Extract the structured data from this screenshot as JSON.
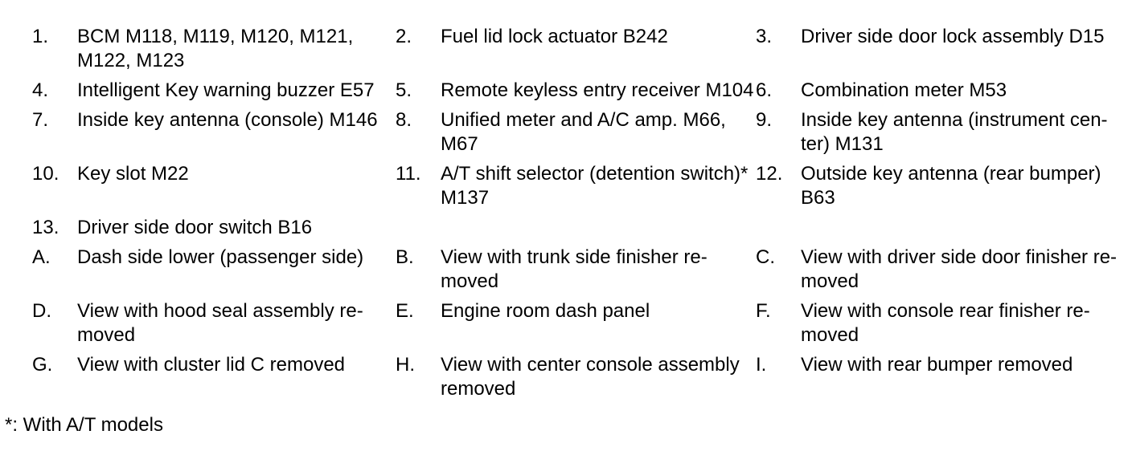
{
  "page": {
    "background": "#ffffff",
    "text_color": "#000000",
    "type": "service-manual-component-legend"
  },
  "legend": {
    "rows": [
      [
        {
          "marker": "1.",
          "lines": [
            "BCM M118, M119, M120, M121,",
            "M122, M123"
          ]
        },
        {
          "marker": "2.",
          "lines": [
            "Fuel lid lock actuator B242"
          ]
        },
        {
          "marker": "3.",
          "lines": [
            "Driver side door lock assembly D15"
          ]
        }
      ],
      [
        {
          "marker": "4.",
          "lines": [
            "Intelligent Key warning buzzer E57"
          ]
        },
        {
          "marker": "5.",
          "lines": [
            "Remote keyless entry receiver M104"
          ]
        },
        {
          "marker": "6.",
          "lines": [
            "Combination meter M53"
          ]
        }
      ],
      [
        {
          "marker": "7.",
          "lines": [
            "Inside key antenna (console) M146"
          ]
        },
        {
          "marker": "8.",
          "lines": [
            "Unified meter and A/C amp. M66,",
            "M67"
          ]
        },
        {
          "marker": "9.",
          "lines": [
            "Inside key antenna (instrument cen-",
            "ter) M131"
          ]
        }
      ],
      [
        {
          "marker": "10.",
          "lines": [
            "Key slot M22"
          ]
        },
        {
          "marker": "11.",
          "lines": [
            "A/T shift selector (detention switch)*",
            "M137"
          ]
        },
        {
          "marker": "12.",
          "lines": [
            "Outside key antenna (rear bumper)",
            "B63"
          ]
        }
      ],
      [
        {
          "marker": "13.",
          "lines": [
            "Driver side door switch B16"
          ]
        }
      ],
      [
        {
          "marker": "A.",
          "lines": [
            "Dash side lower (passenger side)"
          ]
        },
        {
          "marker": "B.",
          "lines": [
            "View with trunk side finisher re-",
            "moved"
          ]
        },
        {
          "marker": "C.",
          "lines": [
            "View with driver side door finisher re-",
            "moved"
          ]
        }
      ],
      [
        {
          "marker": "D.",
          "lines": [
            "View with hood seal assembly re-",
            "moved"
          ]
        },
        {
          "marker": "E.",
          "lines": [
            "Engine room dash panel"
          ]
        },
        {
          "marker": "F.",
          "lines": [
            "View with console rear finisher re-",
            "moved"
          ]
        }
      ],
      [
        {
          "marker": "G.",
          "lines": [
            "View with cluster lid C removed"
          ]
        },
        {
          "marker": "H.",
          "lines": [
            "View with center console assembly",
            "removed"
          ]
        },
        {
          "marker": "I.",
          "lines": [
            "View with rear bumper removed"
          ]
        }
      ]
    ],
    "footnote": "*: With A/T models"
  }
}
